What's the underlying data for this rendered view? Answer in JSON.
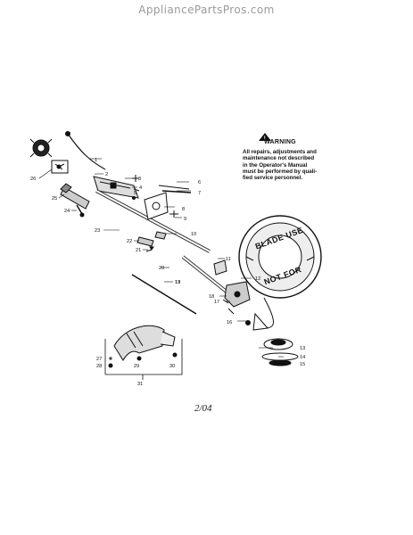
{
  "site": {
    "watermark": "AppliancePartsPros.com"
  },
  "warning": {
    "title": "WARNING",
    "lines": [
      "All repairs, adjustments and",
      "maintenance not described",
      "in the Operator's Manual",
      "must be performed by quali-",
      "fied service personnel."
    ]
  },
  "blade_label": {
    "top": "BLADE USE",
    "bottom": "NOT FOR"
  },
  "callouts": [
    "1",
    "2",
    "3",
    "4",
    "5",
    "6",
    "7",
    "8",
    "9",
    "10",
    "11",
    "12",
    "13",
    "13",
    "14",
    "15",
    "16",
    "17",
    "18",
    "19",
    "20",
    "21",
    "22",
    "23",
    "24",
    "25",
    "26",
    "27",
    "28",
    "29",
    "30",
    "31"
  ],
  "date": "2/04",
  "icons": {
    "warning": "warning-triangle-icon"
  }
}
